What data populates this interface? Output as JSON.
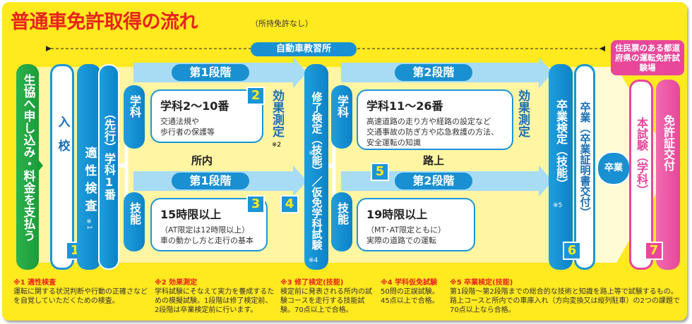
{
  "title": "普通車免許取得の流れ",
  "subtitle": "（所持免許なし）",
  "school_label": "自動車教習所",
  "steps": {
    "apply": "生協へ申し込み・料金を支払う",
    "enroll": "入　校",
    "aptitude": "適性検査",
    "aptitude_mark": "※1",
    "prelim": "（先行）学科1番",
    "gakka": "学科",
    "ginou": "技能",
    "mid_check": "修了検定（技能）／仮免学科試験",
    "mid_mark1": "※3",
    "mid_mark2": "※4",
    "eff1": "効果測定",
    "eff1_mark": "※2",
    "eff2": "効果測定",
    "graduate": "卒業検定（技能）",
    "graduate_mark": "※5",
    "cert": "卒業（卒業証明書交付）",
    "sotsugyo": "卒業",
    "residence": "住民票のある都道府県の運転免許試験場",
    "exam": "本試験（学科）",
    "license": "免許証交付"
  },
  "stages": {
    "stage1": "第1段階",
    "stage2": "第2段階",
    "shonai": "所内",
    "rojo": "路上"
  },
  "boxes": {
    "b1_h": "学科2〜10番",
    "b1_d1": "交通法規や",
    "b1_d2": "歩行者の保護等",
    "b2_h": "15時限以上",
    "b2_d1": "（AT限定は12時限以上）",
    "b2_d2": "車の動かし方と走行の基本",
    "b3_h": "学科11〜26番",
    "b3_d1": "高速道路の走り方や経路の設定など",
    "b3_d2": "交通事故の防ぎ方や応急救護の方法、",
    "b3_d3": "安全運転の知識",
    "b4_h": "19時限以上",
    "b4_d1": "（MT･AT限定ともに）",
    "b4_d2": "実際の道路での運転"
  },
  "numbers": [
    "1",
    "2",
    "3",
    "4",
    "5",
    "6",
    "7"
  ],
  "notes": {
    "n1_t": "※1 適性検査",
    "n1_b": "運転に関する状況判断や行動の正確さなどを自覚していただくための検査。",
    "n2_t": "※2 効果測定",
    "n2_b": "学科試験にそなえて実力を養成するための模擬試験。1段階は修了検定前、2段階は卒業検定前に行います。",
    "n3_t": "※3 修了検定(技能)",
    "n3_b": "検定前に発表される所内の試験コースを走行する技能試験。70点以上で合格。",
    "n4_t": "※4 学科仮免試験",
    "n4_b": "50問の正誤試験。45点以上で合格。",
    "n5_t": "※5 卒業検定(技能)",
    "n5_b": "第1段階〜第2段階までの総合的な技術と知識を路上等で試験するもの。路上コースと所内での車庫入れ（方向変換又は縦列駐車）の2つの課題で70点以上なら合格。"
  },
  "colors": {
    "background": "#ffe91f",
    "title": "#e8231e",
    "blue": "#1a95d6",
    "green": "#22a845",
    "pink": "#e8479a"
  }
}
